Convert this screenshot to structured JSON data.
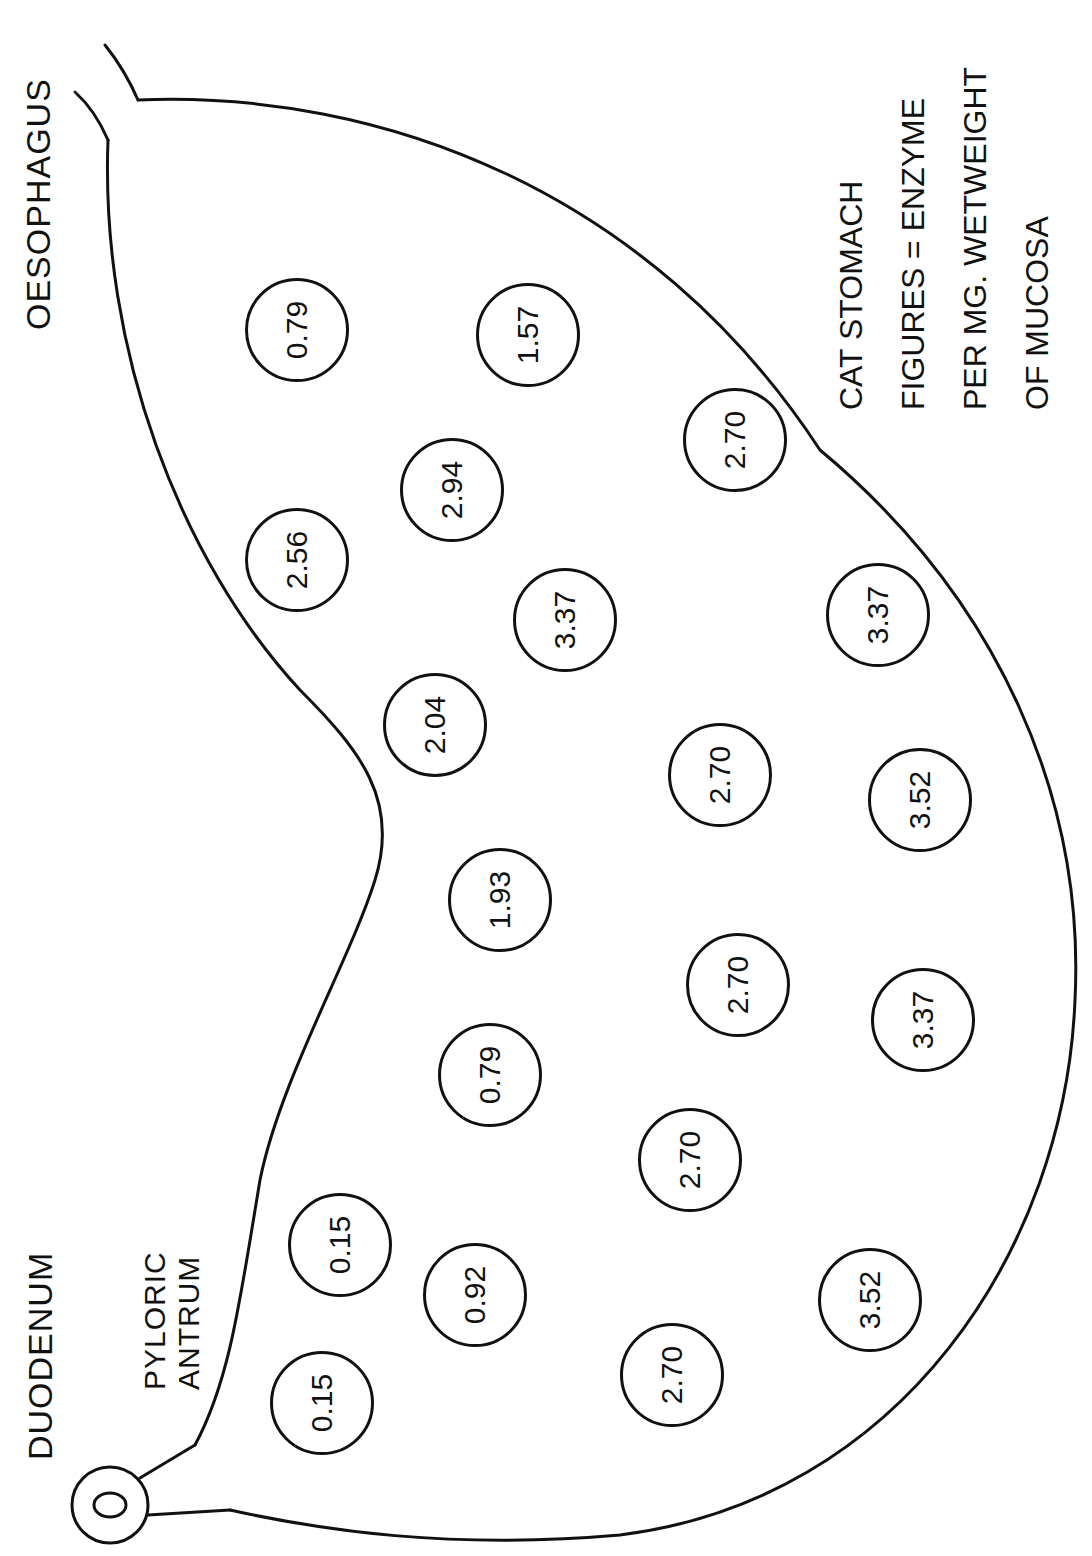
{
  "diagram": {
    "title": "CAT STOMACH",
    "caption": "FIGURES = ENZYME PER MG. WETWEIGHT OF MUCOSA",
    "nodes": [
      {
        "text": [
          "0.79"
        ]
      },
      {
        "text": [
          "1.57"
        ]
      },
      {
        "text": [
          "2.56"
        ]
      },
      {
        "text": [
          "2.94"
        ]
      },
      {
        "text": [
          "2.70"
        ]
      },
      {
        "text": [
          "3.37"
        ]
      },
      {
        "text": [
          "3.37"
        ]
      },
      {
        "text": [
          "2.04"
        ]
      },
      {
        "text": [
          "2.70"
        ]
      },
      {
        "text": [
          "3.52"
        ]
      },
      {
        "text": [
          "1.93"
        ]
      },
      {
        "text": [
          "2.70"
        ]
      },
      {
        "text": [
          "3.37"
        ]
      },
      {
        "text": [
          "0.79"
        ]
      },
      {
        "text": [
          "2.70"
        ]
      },
      {
        "text": [
          "0.15"
        ]
      },
      {
        "text": [
          "0.92"
        ]
      },
      {
        "text": [
          "3.52"
        ]
      },
      {
        "text": [
          "0.15"
        ]
      },
      {
        "text": [
          "2.70"
        ]
      }
    ],
    "labels": [
      "OESOPHAGUS",
      "PYLORIC ANTRUM",
      "DUODENUM"
    ]
  }
}
